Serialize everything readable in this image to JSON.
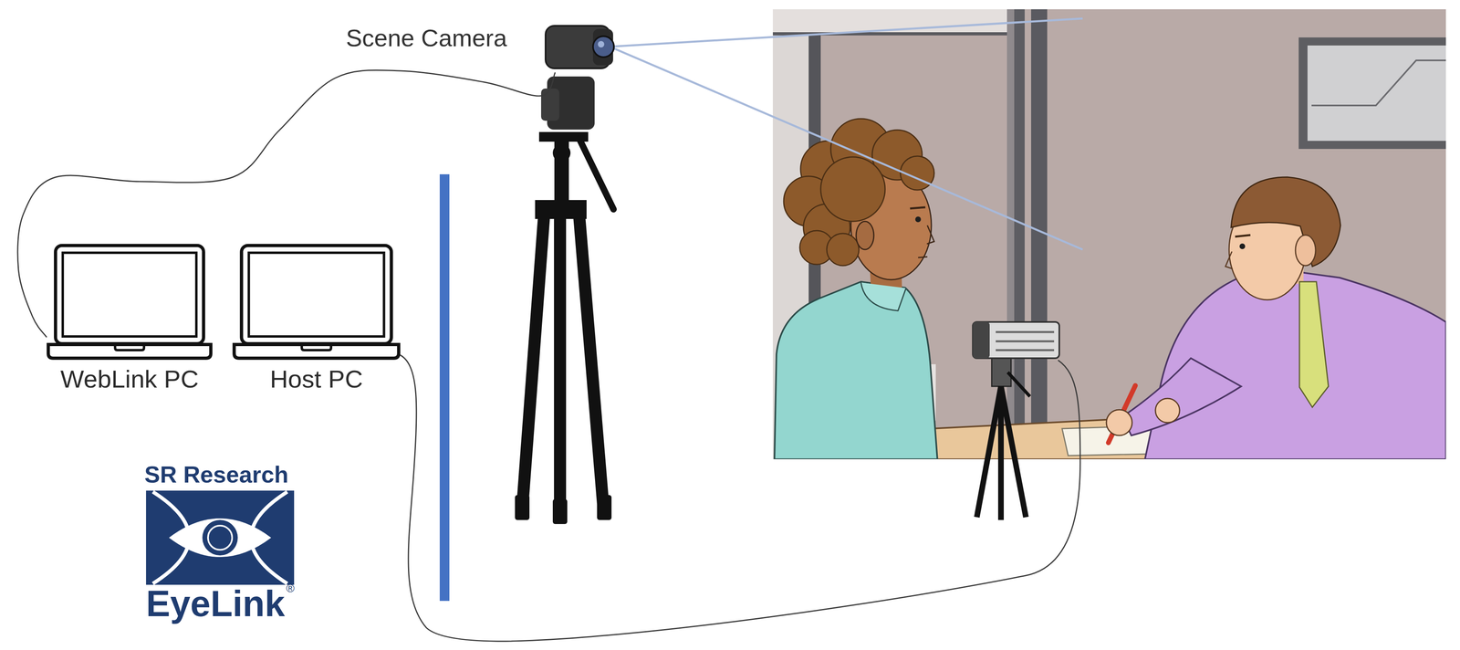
{
  "diagram": {
    "nodes": [
      {
        "text": [
          "Scene Camera"
        ]
      },
      {
        "text": [
          "WebLink PC"
        ]
      },
      {
        "text": [
          "Host PC"
        ]
      }
    ],
    "edges": [
      {
        "from": 0,
        "to": 1,
        "arrow": "none"
      }
    ],
    "labels": [
      "SR Research",
      "EyeLink",
      "®"
    ]
  }
}
